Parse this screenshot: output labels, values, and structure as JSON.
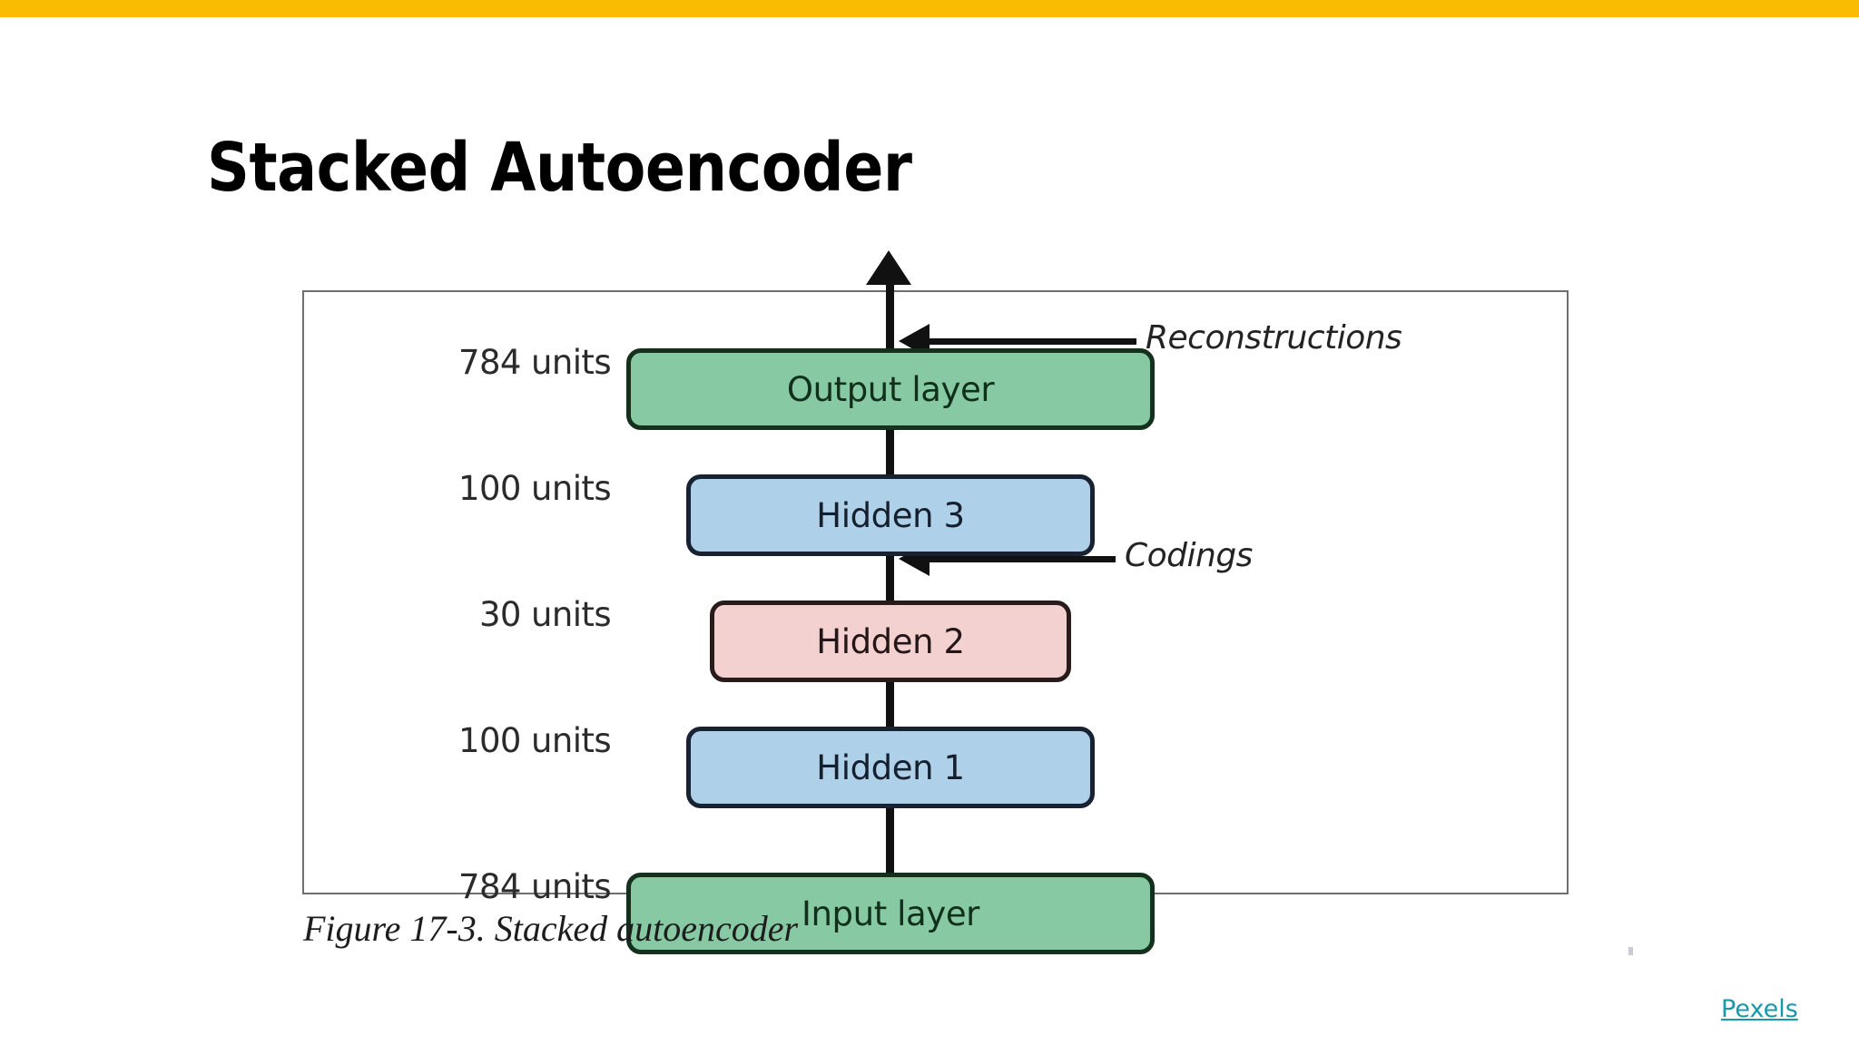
{
  "slide": {
    "title": "Stacked Autoencoder",
    "accent_color": "#f9bc02",
    "background_color": "#ffffff"
  },
  "figure": {
    "caption": "Figure 17-3. Stacked autoencoder",
    "frame_border_color": "#6f6f73",
    "layers": [
      {
        "id": "output",
        "units_label": "784 units",
        "box_label": "Output layer",
        "color": "#86c9a2",
        "border_color": "#15301c",
        "units": 784
      },
      {
        "id": "hidden3",
        "units_label": "100 units",
        "box_label": "Hidden 3",
        "color": "#aed0e8",
        "border_color": "#182233",
        "units": 100
      },
      {
        "id": "hidden2",
        "units_label": "30 units",
        "box_label": "Hidden 2",
        "color": "#f3d1d1",
        "border_color": "#2a1b1b",
        "units": 30
      },
      {
        "id": "hidden1",
        "units_label": "100 units",
        "box_label": "Hidden 1",
        "color": "#aed0e8",
        "border_color": "#182233",
        "units": 100
      },
      {
        "id": "input",
        "units_label": "784 units",
        "box_label": "Input layer",
        "color": "#86c9a2",
        "border_color": "#15301c",
        "units": 784
      }
    ],
    "annotations": [
      {
        "id": "reconstructions",
        "text": "Reconstructions"
      },
      {
        "id": "codings",
        "text": "Codings"
      }
    ]
  },
  "credit": {
    "label": "Pexels",
    "color": "#1898ab"
  }
}
